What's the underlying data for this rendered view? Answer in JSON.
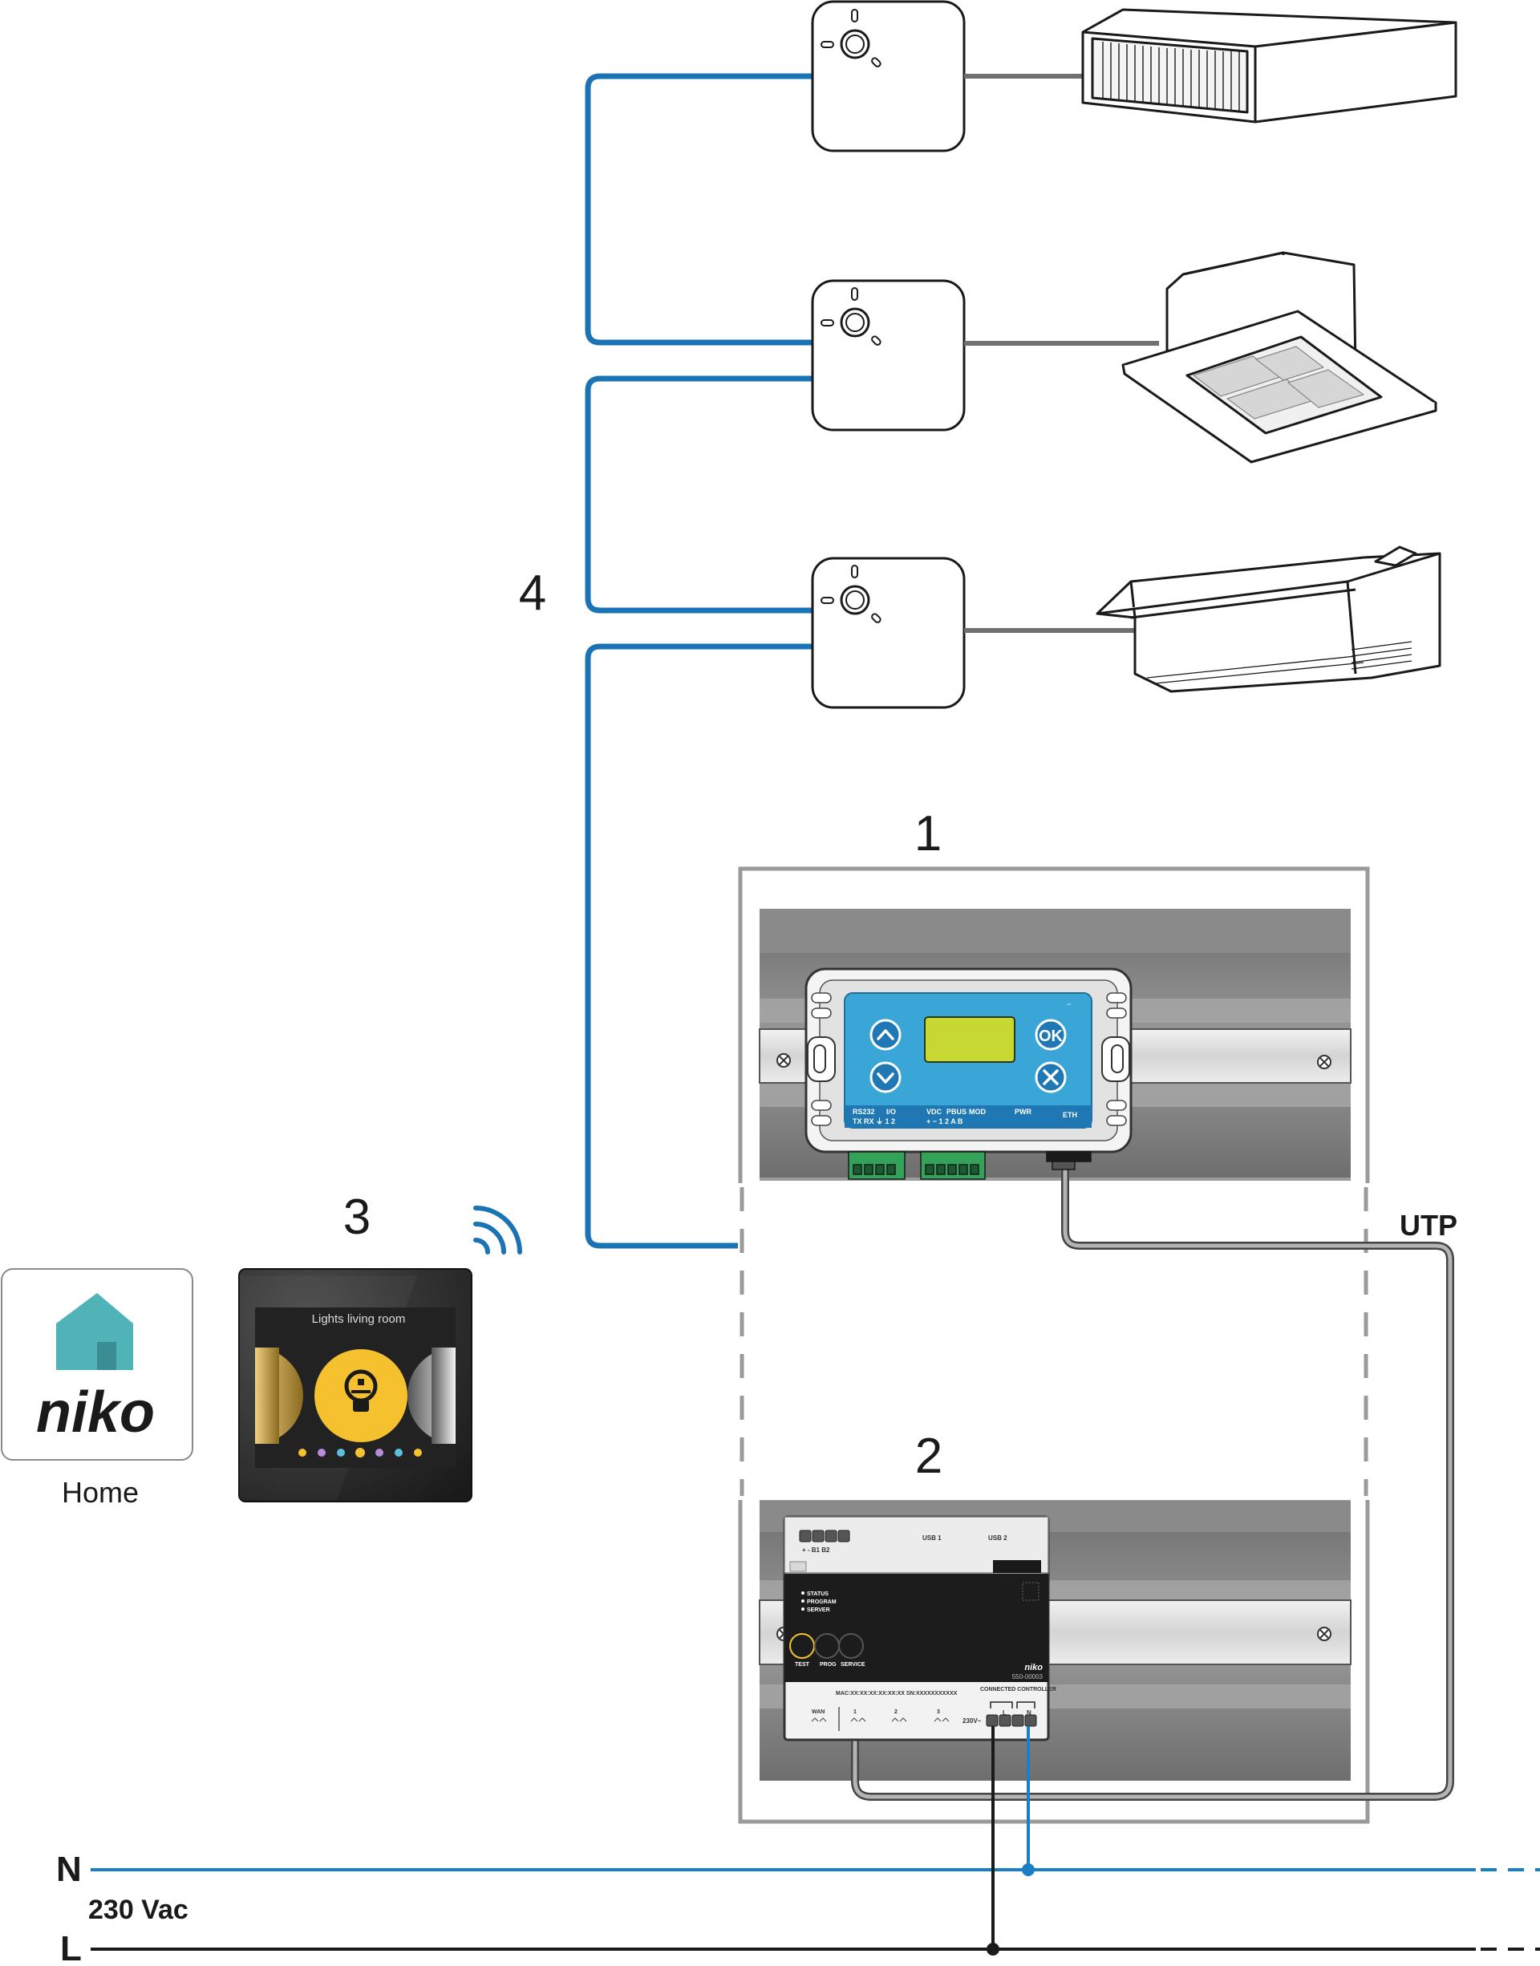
{
  "labels": {
    "device_1": "1",
    "device_2": "2",
    "device_3": "3",
    "bus_4": "4",
    "utp": "UTP",
    "neutral": "N",
    "line": "L",
    "voltage": "230 Vac",
    "app_name": "Home",
    "app_logo_text": "niko"
  },
  "touchscreen": {
    "title": "Lights living room"
  },
  "modbus_gateway": {
    "btn_ok": "OK",
    "port_row1": [
      "RS232",
      "I/O",
      "VDC",
      "PBUS",
      "MOD",
      "PWR",
      "ETH"
    ],
    "port_row2": [
      "TX RX ⏚ 1 2",
      "+ − 1 2 A B"
    ]
  },
  "controller": {
    "terminals": "+ - B1 B2",
    "usb1": "USB 1",
    "usb2": "USB 2",
    "leds": [
      "STATUS",
      "PROGRAM",
      "SERVER"
    ],
    "buttons": [
      "TEST",
      "PROG",
      "SERVICE"
    ],
    "brand": "niko",
    "model": "550-00003",
    "mac": "MAC:XX:XX:XX:XX:XX:XX   SN:XXXXXXXXXXX",
    "name": "CONNECTED CONTROLLER",
    "ports": [
      "WAN",
      "1",
      "2",
      "3"
    ],
    "power": "230V~",
    "power_terms": [
      "L",
      "N"
    ]
  },
  "colors": {
    "bus_blue": "#1a73b5",
    "mains_blue": "#1a7fc4",
    "panel_grey": "#7a7a7a",
    "gateway_blue": "#3aa6d8",
    "lcd_green": "#c8d832",
    "terminal_green": "#33a35a",
    "app_teal": "#4fb3b8",
    "touch_yellow": "#f5c12e"
  }
}
